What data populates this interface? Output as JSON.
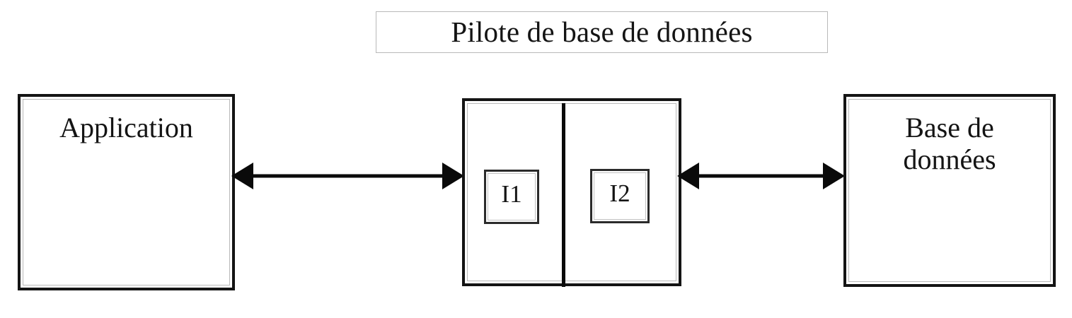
{
  "diagram": {
    "title": "Pilote de base de données",
    "nodes": {
      "application": {
        "label": "Application"
      },
      "driver": {
        "interfaces": [
          {
            "label": "I1"
          },
          {
            "label": "I2"
          }
        ]
      },
      "database": {
        "label_line1": "Base de",
        "label_line2": "données"
      }
    },
    "connectors": [
      {
        "name": "application-to-driver",
        "style": "double-headed-arrow"
      },
      {
        "name": "driver-to-database",
        "style": "double-headed-arrow"
      }
    ],
    "colors": {
      "background": "#ffffff",
      "stroke": "#141414",
      "inner_border": "#b9b9b9",
      "text": "#141414"
    }
  }
}
